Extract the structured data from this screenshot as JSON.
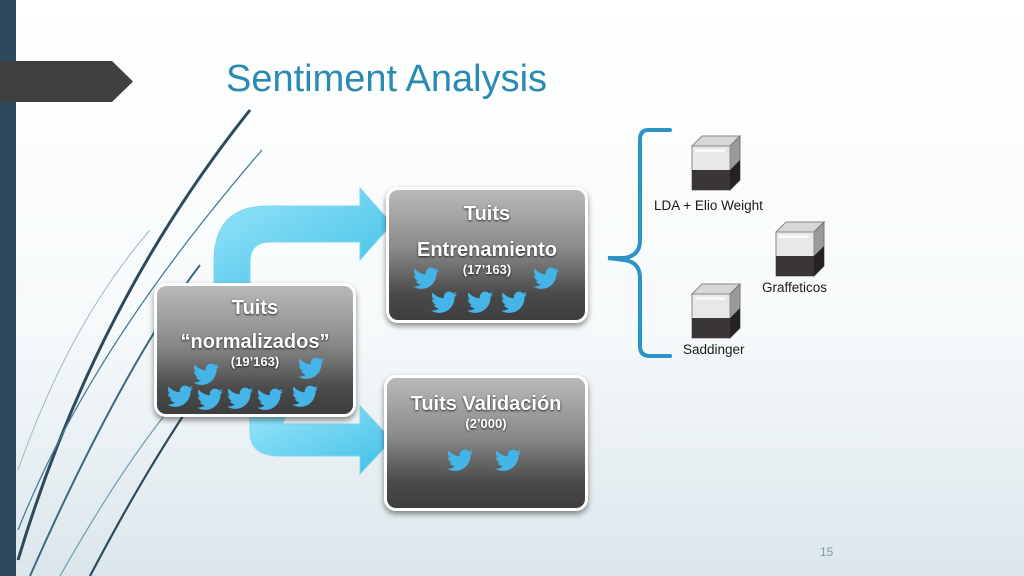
{
  "slide": {
    "title": "Sentiment Analysis",
    "page_number": "15"
  },
  "boxes": {
    "normalized": {
      "title_line1": "Tuits",
      "title_line2": "“normalizados”",
      "count": "(19’163)"
    },
    "training": {
      "title_line1": "Tuits",
      "title_line2": "Entrenamiento",
      "count": "(17’163)"
    },
    "validation": {
      "title": "Tuits Validación",
      "count": "(2’000)"
    }
  },
  "models": [
    {
      "label": "LDA + Elio Weight",
      "icon": "cube-icon"
    },
    {
      "label": "Graffeticos",
      "icon": "cube-icon"
    },
    {
      "label": "Saddinger",
      "icon": "cube-icon"
    }
  ],
  "colors": {
    "title": "#2a8ab3",
    "arrow": "#5fd0ee",
    "bracket": "#2c93c6",
    "bird": "#45b4e8",
    "sidebar": "#2c4a5c"
  }
}
